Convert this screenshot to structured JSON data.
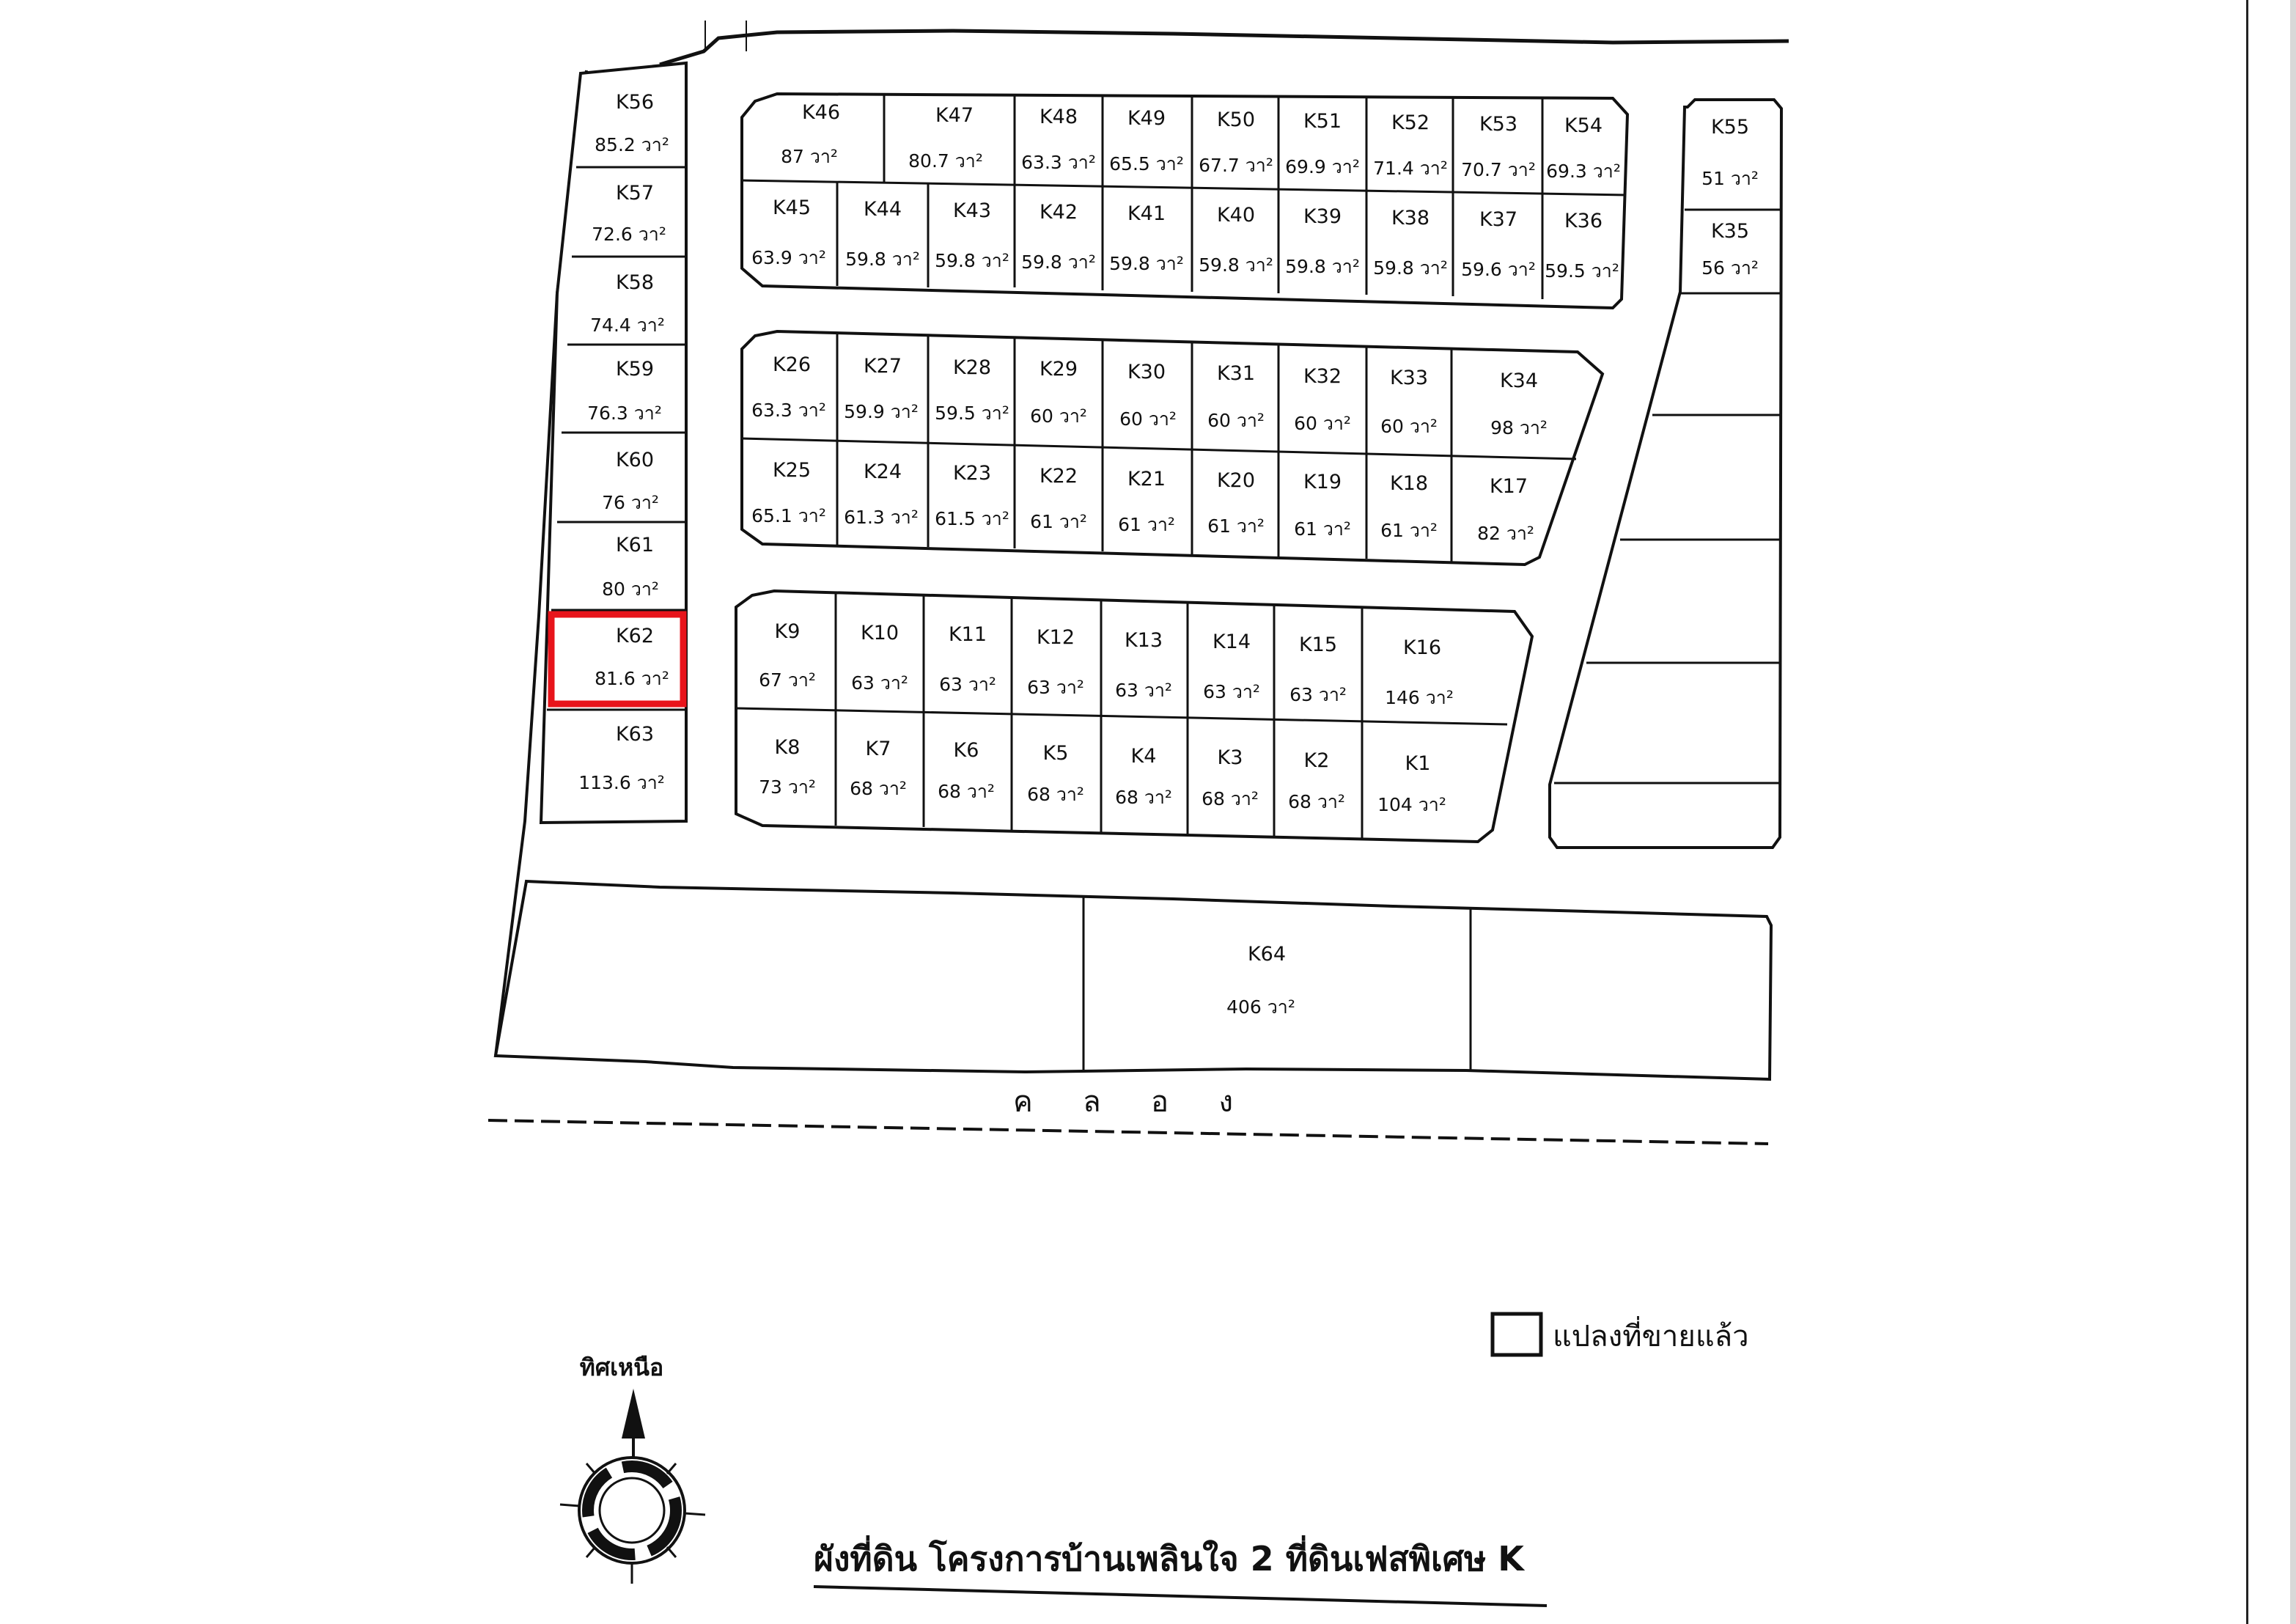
{
  "title": "ผังที่ดิน โครงการบ้านเพลินใจ 2 ที่ดินเฟสพิเศษ K",
  "legend": {
    "label": "แปลงที่ขายแล้ว"
  },
  "north_label": "ทิศเหนือ",
  "canal_label": "ค ล อ ง",
  "unit": "วา²",
  "highlight": {
    "plot": "K62",
    "color": "#e8141b"
  },
  "plots": {
    "left_column": [
      {
        "id": "K56",
        "area": "85.2 วา²"
      },
      {
        "id": "K57",
        "area": "72.6 วา²"
      },
      {
        "id": "K58",
        "area": "74.4 วา²"
      },
      {
        "id": "K59",
        "area": "76.3 วา²"
      },
      {
        "id": "K60",
        "area": "76 วา²"
      },
      {
        "id": "K61",
        "area": "80 วา²"
      },
      {
        "id": "K62",
        "area": "81.6 วา²"
      },
      {
        "id": "K63",
        "area": "113.6 วา²"
      }
    ],
    "block_a_top": [
      {
        "id": "K46",
        "area": "87 วา²"
      },
      {
        "id": "K47",
        "area": "80.7 วา²"
      },
      {
        "id": "K48",
        "area": "63.3 วา²"
      },
      {
        "id": "K49",
        "area": "65.5 วา²"
      },
      {
        "id": "K50",
        "area": "67.7 วา²"
      },
      {
        "id": "K51",
        "area": "69.9 วา²"
      },
      {
        "id": "K52",
        "area": "71.4 วา²"
      },
      {
        "id": "K53",
        "area": "70.7 วา²"
      },
      {
        "id": "K54",
        "area": "69.3 วา²"
      }
    ],
    "block_a_bottom": [
      {
        "id": "K45",
        "area": "63.9 วา²"
      },
      {
        "id": "K44",
        "area": "59.8 วา²"
      },
      {
        "id": "K43",
        "area": "59.8 วา²"
      },
      {
        "id": "K42",
        "area": "59.8 วา²"
      },
      {
        "id": "K41",
        "area": "59.8 วา²"
      },
      {
        "id": "K40",
        "area": "59.8 วา²"
      },
      {
        "id": "K39",
        "area": "59.8 วา²"
      },
      {
        "id": "K38",
        "area": "59.8 วา²"
      },
      {
        "id": "K37",
        "area": "59.6 วา²"
      },
      {
        "id": "K36",
        "area": "59.5 วา²"
      }
    ],
    "block_b_top": [
      {
        "id": "K26",
        "area": "63.3 วา²"
      },
      {
        "id": "K27",
        "area": "59.9 วา²"
      },
      {
        "id": "K28",
        "area": "59.5 วา²"
      },
      {
        "id": "K29",
        "area": "60 วา²"
      },
      {
        "id": "K30",
        "area": "60 วา²"
      },
      {
        "id": "K31",
        "area": "60 วา²"
      },
      {
        "id": "K32",
        "area": "60 วา²"
      },
      {
        "id": "K33",
        "area": "60 วา²"
      },
      {
        "id": "K34",
        "area": "98 วา²"
      }
    ],
    "block_b_bottom": [
      {
        "id": "K25",
        "area": "65.1 วา²"
      },
      {
        "id": "K24",
        "area": "61.3 วา²"
      },
      {
        "id": "K23",
        "area": "61.5 วา²"
      },
      {
        "id": "K22",
        "area": "61 วา²"
      },
      {
        "id": "K21",
        "area": "61 วา²"
      },
      {
        "id": "K20",
        "area": "61 วา²"
      },
      {
        "id": "K19",
        "area": "61 วา²"
      },
      {
        "id": "K18",
        "area": "61 วา²"
      },
      {
        "id": "K17",
        "area": "82 วา²"
      }
    ],
    "block_c_top": [
      {
        "id": "K9",
        "area": "67 วา²"
      },
      {
        "id": "K10",
        "area": "63 วา²"
      },
      {
        "id": "K11",
        "area": "63 วา²"
      },
      {
        "id": "K12",
        "area": "63 วา²"
      },
      {
        "id": "K13",
        "area": "63 วา²"
      },
      {
        "id": "K14",
        "area": "63 วา²"
      },
      {
        "id": "K15",
        "area": "63 วา²"
      },
      {
        "id": "K16",
        "area": "146 วา²"
      }
    ],
    "block_c_bottom": [
      {
        "id": "K8",
        "area": "73 วา²"
      },
      {
        "id": "K7",
        "area": "68 วา²"
      },
      {
        "id": "K6",
        "area": "68 วา²"
      },
      {
        "id": "K5",
        "area": "68 วา²"
      },
      {
        "id": "K4",
        "area": "68 วา²"
      },
      {
        "id": "K3",
        "area": "68 วา²"
      },
      {
        "id": "K2",
        "area": "68 วา²"
      },
      {
        "id": "K1",
        "area": "104 วา²"
      }
    ],
    "right_column": [
      {
        "id": "K55",
        "area": "51 วา²"
      },
      {
        "id": "K35",
        "area": "56 วา²"
      }
    ],
    "bottom_strip": {
      "id": "K64",
      "area": "406 วา²"
    }
  }
}
